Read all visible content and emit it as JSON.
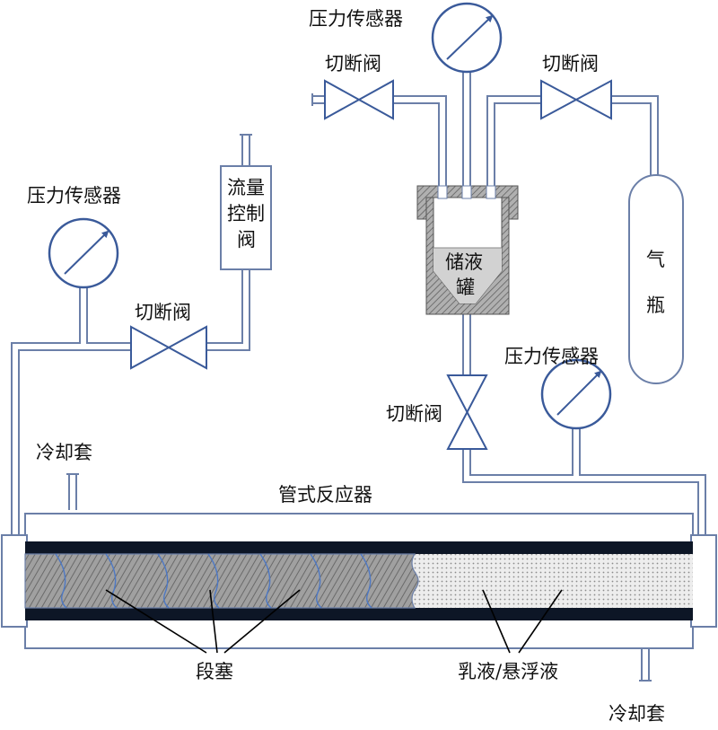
{
  "labels": {
    "pressure_sensor_top": "压力传感器",
    "pressure_sensor_left": "压力传感器",
    "pressure_sensor_right": "压力传感器",
    "valve_top_left": "切断阀",
    "valve_top_right": "切断阀",
    "valve_left": "切断阀",
    "valve_middle": "切断阀",
    "flow_valve_lines": [
      "流量",
      "控制",
      "阀"
    ],
    "tank_lines": [
      "储液",
      "罐"
    ],
    "gas_bottle_lines": [
      "气",
      "瓶"
    ],
    "reactor": "管式反应器",
    "cooling_jacket_left": "冷却套",
    "cooling_jacket_right": "冷却套",
    "slug": "段塞",
    "emulsion": "乳液/悬浮液"
  },
  "colors": {
    "pipe_outline": "#6b7fa8",
    "pipe_fill": "#ffffff",
    "tube_wall": "#0d1626",
    "slug_fill": "#9b9b9b",
    "emulsion_fill": "#ececec",
    "tank_liquid": "#d2d2d2",
    "tank_body": "#a9a9a9",
    "leader_line": "#000000"
  },
  "icons": {
    "pressure_gauge": "gauge-icon",
    "shutoff_valve": "valve-icon"
  }
}
